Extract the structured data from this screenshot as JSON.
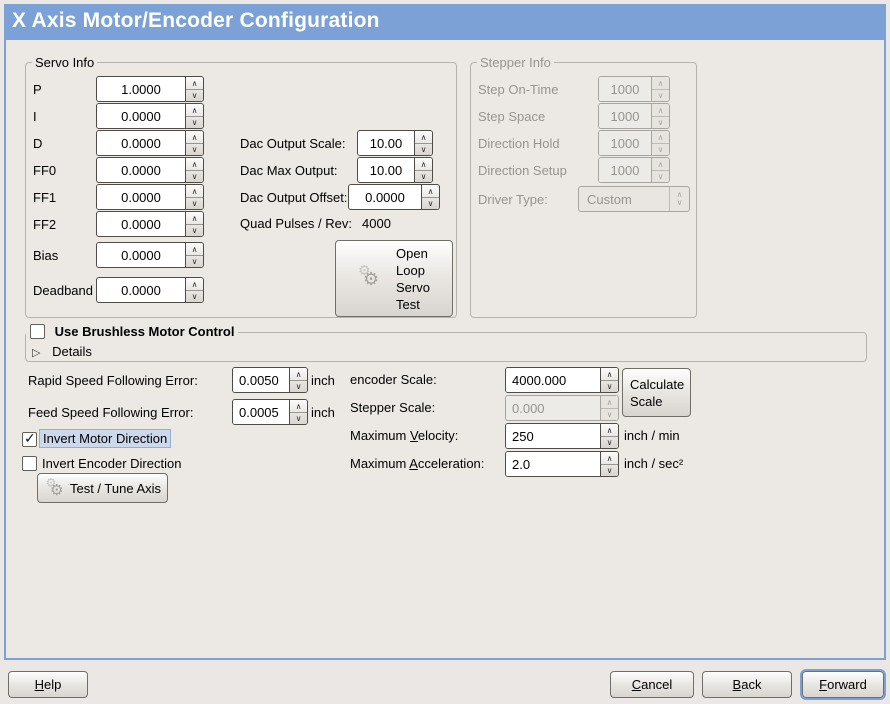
{
  "window": {
    "title": "X Axis Motor/Encoder Configuration"
  },
  "colors": {
    "header_bg": "#7ba1d6",
    "window_bg": "#ece9e5",
    "focus_blue": "#7ba1d6",
    "highlight_bg": "#ccd9ec"
  },
  "servo_info": {
    "label": "Servo Info",
    "params": [
      {
        "label": "P",
        "value": "1.0000"
      },
      {
        "label": "I",
        "value": "0.0000"
      },
      {
        "label": "D",
        "value": "0.0000"
      },
      {
        "label": "FF0",
        "value": "0.0000"
      },
      {
        "label": "FF1",
        "value": "0.0000"
      },
      {
        "label": "FF2",
        "value": "0.0000"
      },
      {
        "label": "Bias",
        "value": "0.0000"
      },
      {
        "label": "Deadband",
        "value": "0.0000"
      }
    ],
    "dac": [
      {
        "label": "Dac Output Scale:",
        "value": "10.00"
      },
      {
        "label": "Dac Max Output:",
        "value": "10.00"
      },
      {
        "label": "Dac Output Offset:",
        "value": "0.0000"
      }
    ],
    "quad_pulses_label": "Quad Pulses / Rev:",
    "quad_pulses_value": "4000",
    "open_loop_button": "Open\nLoop\nServo\nTest"
  },
  "stepper_info": {
    "label": "Stepper Info",
    "params": [
      {
        "label": "Step On-Time",
        "value": "1000"
      },
      {
        "label": "Step Space",
        "value": "1000"
      },
      {
        "label": "Direction Hold",
        "value": "1000"
      },
      {
        "label": "Direction Setup",
        "value": "1000"
      }
    ],
    "driver_type_label": "Driver Type:",
    "driver_type_value": "Custom"
  },
  "brushless": {
    "label": "Use Brushless Motor Control",
    "details_label": "Details"
  },
  "following_error": {
    "rapid_label": "Rapid Speed Following Error:",
    "rapid_value": "0.0050",
    "rapid_unit": "inch",
    "feed_label": "Feed Speed Following Error:",
    "feed_value": "0.0005",
    "feed_unit": "inch"
  },
  "scales": {
    "encoder_label": "encoder Scale:",
    "encoder_value": "4000.000",
    "calculate_button": "Calculate\nScale",
    "stepper_label": "Stepper Scale:",
    "stepper_value": "0.000",
    "velocity_label": {
      "pre": "Maximum ",
      "u": "V",
      "post": "elocity:"
    },
    "velocity_value": "250",
    "velocity_unit": "inch / min",
    "accel_label": {
      "pre": "Maximum ",
      "u": "A",
      "post": "cceleration:"
    },
    "accel_value": "2.0",
    "accel_unit": "inch / sec²"
  },
  "direction": {
    "invert_motor_label": "Invert Motor Direction",
    "invert_encoder_label": "Invert Encoder Direction",
    "test_tune_button": "Test / Tune Axis"
  },
  "footer": {
    "help": {
      "u": "H",
      "post": "elp"
    },
    "cancel": {
      "u": "C",
      "post": "ancel"
    },
    "back": {
      "u": "B",
      "post": "ack"
    },
    "forward": {
      "u": "F",
      "post": "orward"
    }
  }
}
